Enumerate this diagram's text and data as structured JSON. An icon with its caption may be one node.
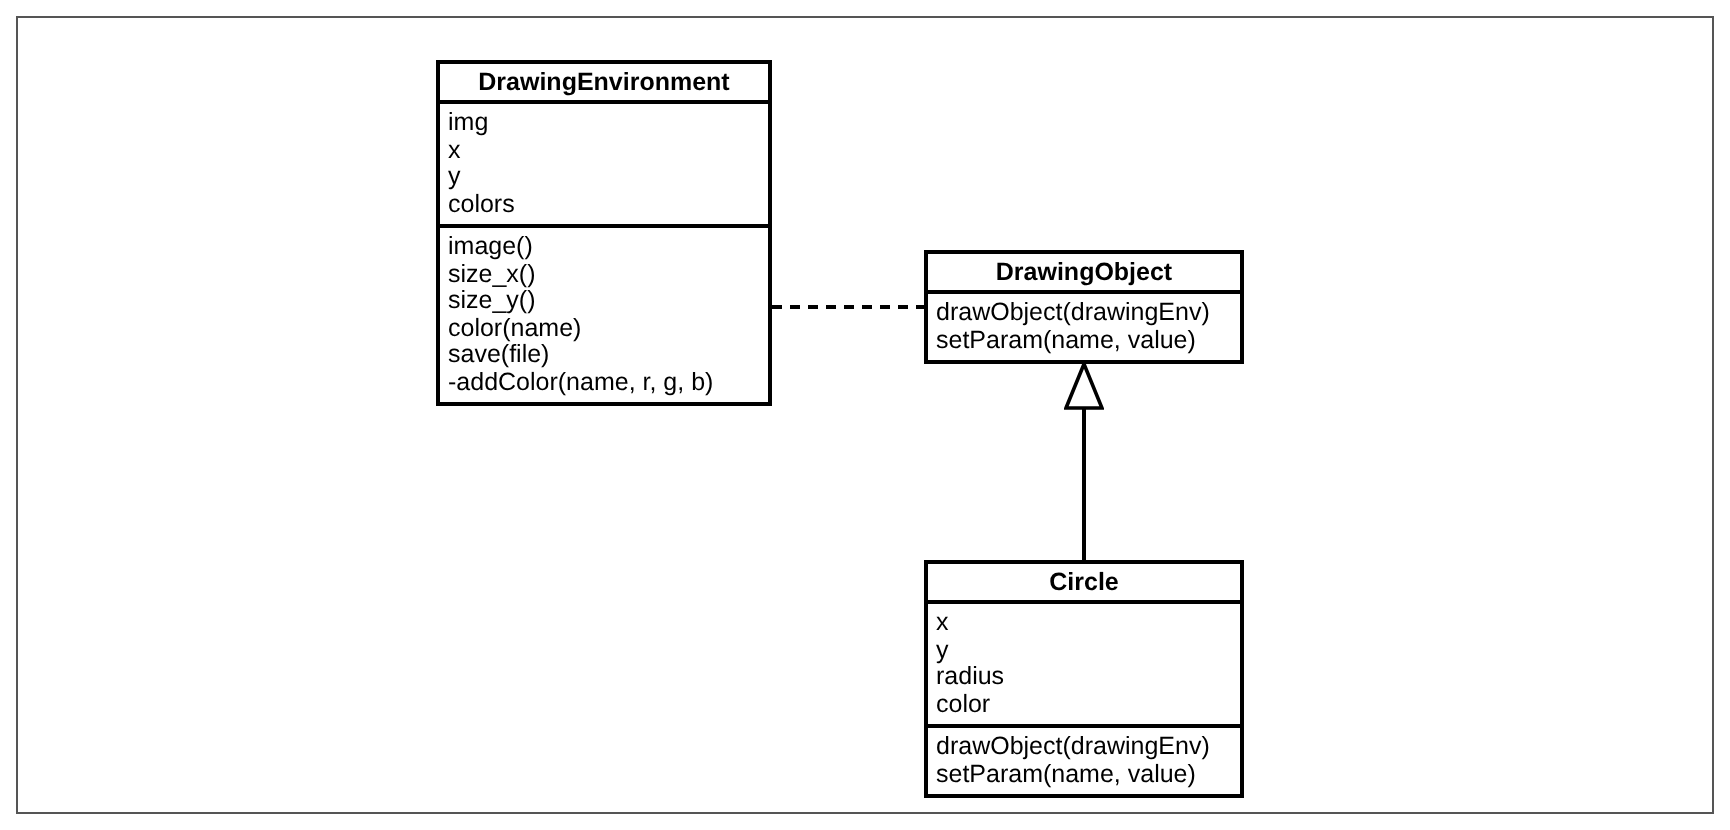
{
  "diagram": {
    "nodes": [
      {
        "text": [
          "DrawingEnvironment",
          "img",
          "x",
          "y",
          "colors",
          "image()",
          "size_x()",
          "size_y()",
          "color(name)",
          "save(file)",
          "-addColor(name, r, g, b)"
        ]
      },
      {
        "text": [
          "DrawingObject",
          "drawObject(drawingEnv)",
          "setParam(name, value)"
        ]
      },
      {
        "text": [
          "Circle",
          "x",
          "y",
          "radius",
          "color",
          "drawObject(drawingEnv)",
          "setParam(name, value)"
        ]
      }
    ],
    "edges": [
      {
        "from": 0,
        "to": 1,
        "arrow": "none",
        "style": "dashed"
      },
      {
        "from": 2,
        "to": 1,
        "arrow": "to"
      }
    ]
  }
}
